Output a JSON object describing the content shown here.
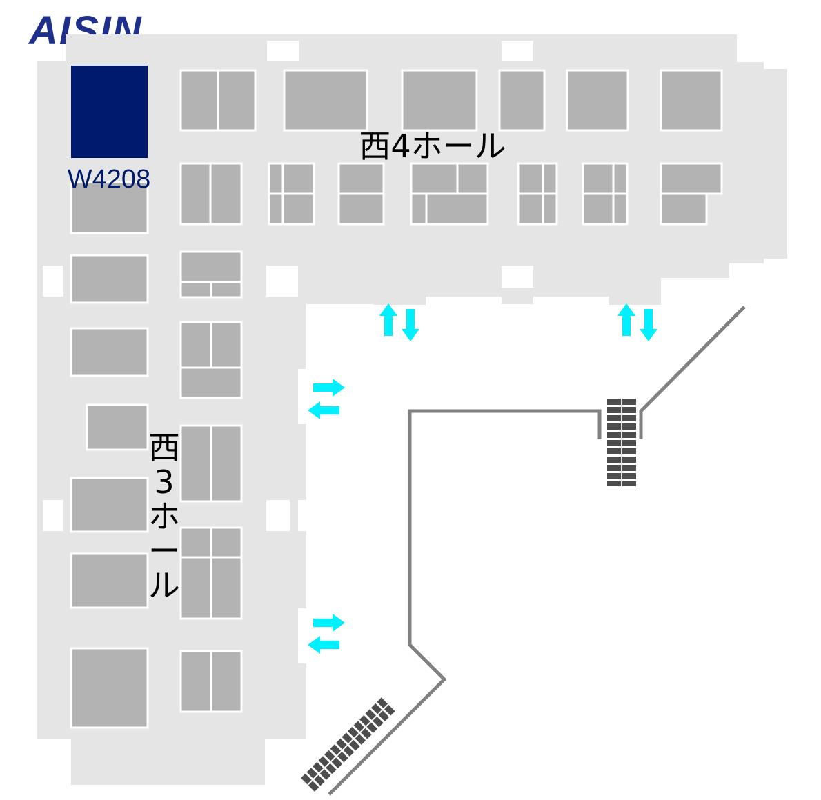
{
  "logo": {
    "text": "AISIN",
    "color": "#1f2f8c"
  },
  "halls": {
    "west4": {
      "label": "西4ホール"
    },
    "west3": {
      "chars": [
        "西",
        "3",
        "ホ",
        "ー",
        "ル"
      ]
    }
  },
  "highlight_booth": {
    "code": "W4208",
    "color": "#001a6e"
  },
  "colors": {
    "hall_floor": "#e5e5e5",
    "booth": "#b3b3b3",
    "arrow": "#00f0ff",
    "walkway": "#808080",
    "stairs": "#4d4d4d"
  }
}
